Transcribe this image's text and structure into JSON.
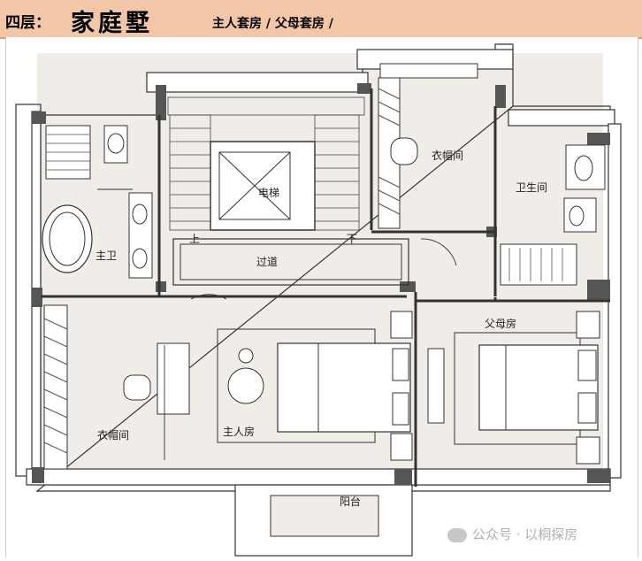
{
  "header": {
    "floor": "四层：",
    "title": "家庭墅",
    "subtitle": "主人套房 / 父母套房 /"
  },
  "rooms": {
    "elevator": "电梯",
    "corridor": "过道",
    "master_bath": "主卫",
    "cloakroom_top": "衣帽间",
    "bathroom": "卫生间",
    "parents_room": "父母房",
    "master_room": "主人房",
    "cloakroom_left": "衣帽间",
    "balcony": "阳台",
    "stair_up": "上",
    "stair_down": "下"
  },
  "watermark": "公众号 · 以桐探房",
  "colors": {
    "header_bg": "#f2c7a8",
    "floor_fill": "#f0ece8",
    "wall": "#555555",
    "line": "#333333"
  }
}
